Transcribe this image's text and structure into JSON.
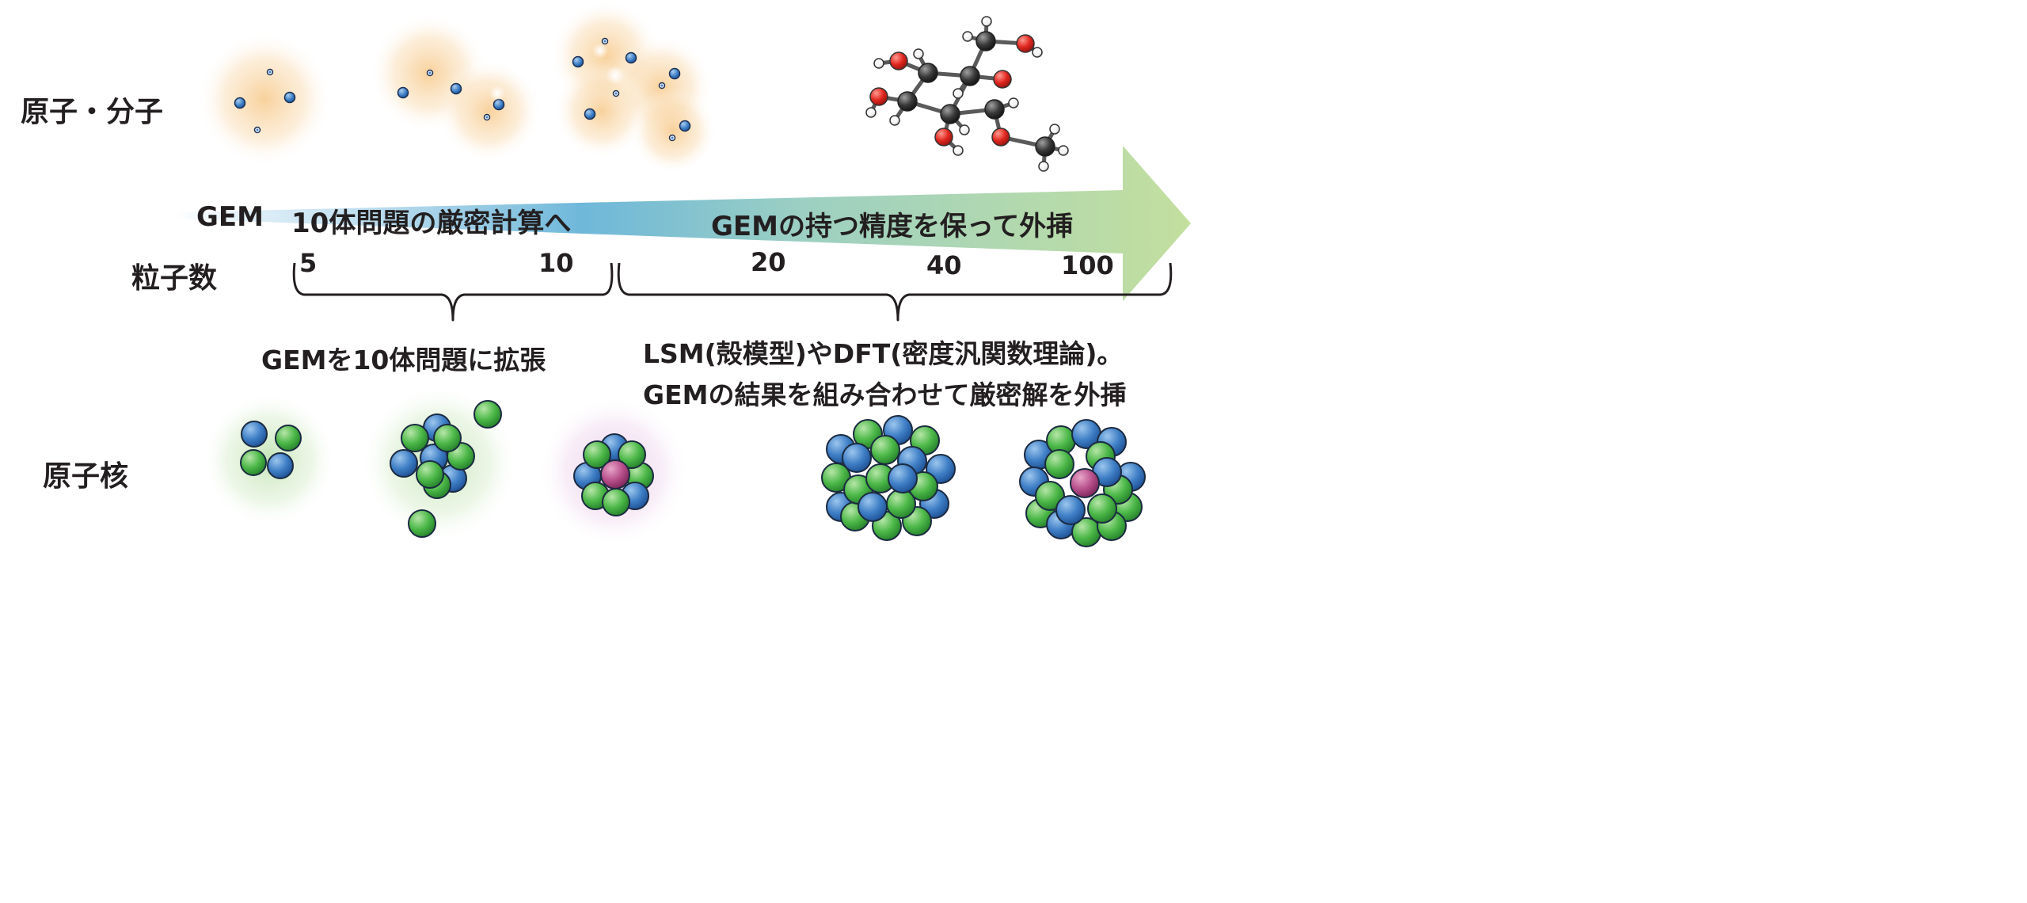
{
  "rows": {
    "atoms_label": "原子・分子",
    "particles_label": "粒子数",
    "nuclei_label": "原子核"
  },
  "arrow": {
    "left_prefix": "GEM",
    "left_text": "10体問題の厳密計算へ",
    "right_text": "GEMの持つ精度を保って外挿"
  },
  "ticks": [
    "5",
    "10",
    "20",
    "40",
    "100"
  ],
  "descriptions": {
    "left": "GEMを10体問題に拡張",
    "right_line1": "LSM(殻模型)やDFT(密度汎関数理論)。",
    "right_line2": "GEMの結果を組み合わせて厳密解を外挿"
  },
  "colors": {
    "arrow_blue": "#5ba8d6",
    "arrow_green": "#c3df9e",
    "proton": "#3f7fc6",
    "neutron": "#4cb848",
    "core": "#b8508c",
    "carbon": "#3a3a3a",
    "oxygen": "#e0261e",
    "hydrogen": "#ffffff",
    "atom_glow": "#f7c98a",
    "nucleus_glow": "#bfe3b0"
  }
}
